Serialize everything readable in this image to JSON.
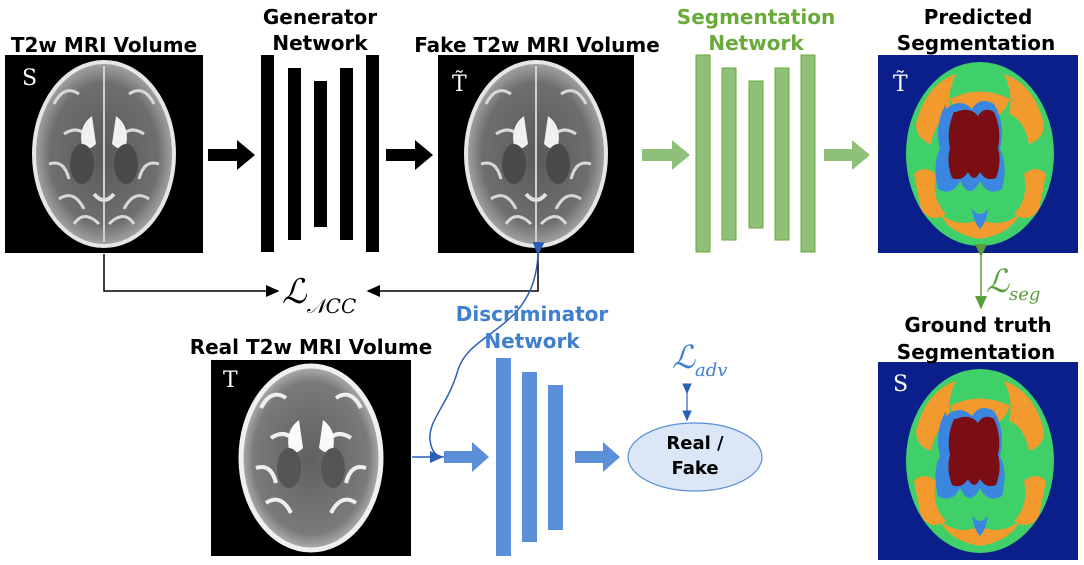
{
  "labels": {
    "input_volume": "T2w MRI Volume",
    "generator_l1": "Generator",
    "generator_l2": "Network",
    "fake_volume": "Fake T2w MRI Volume",
    "segmentation_l1": "Segmentation",
    "segmentation_l2": "Network",
    "predicted_l1": "Predicted",
    "predicted_l2": "Segmentation",
    "ground_truth_l1": "Ground truth",
    "ground_truth_l2": "Segmentation",
    "real_volume": "Real T2w MRI Volume",
    "discriminator_l1": "Discriminator",
    "discriminator_l2": "Network",
    "real_fake_l1": "Real /",
    "real_fake_l2": "Fake"
  },
  "image_letters": {
    "source": "S",
    "fake": "T̃",
    "real": "T",
    "predicted": "T̃",
    "ground_truth": "S"
  },
  "losses": {
    "ncc": "ℒ",
    "ncc_sub": "𝒩CC",
    "seg": "ℒ",
    "seg_sub": "seg",
    "adv": "ℒ",
    "adv_sub": "adv"
  },
  "colors": {
    "generator": "#000000",
    "segmentation": "#8ec07a",
    "segmentation_text": "#6aaa3a",
    "discriminator": "#5b8fd8",
    "discriminator_text": "#3f7fd0",
    "real_fake_ellipse": "#dbe7f6",
    "seg_background": "#0a1f8a",
    "seg_green": "#3fd06a",
    "seg_orange": "#f39a2e",
    "seg_blue": "#3a86e0",
    "seg_ventricle": "#7a0e12"
  }
}
